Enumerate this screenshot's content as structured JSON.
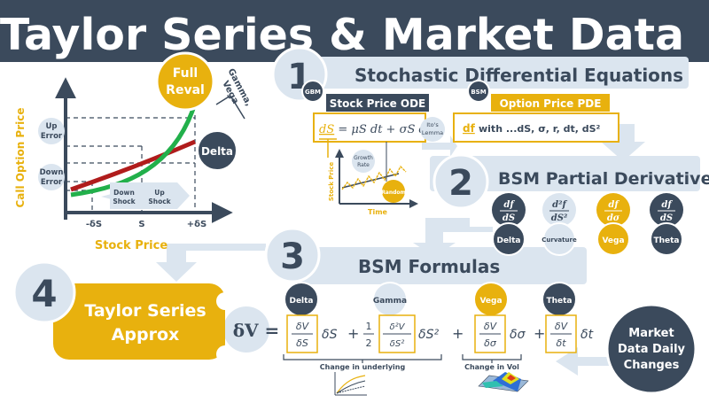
{
  "title": "Taylor Series & Market Data",
  "colors": {
    "navy": "#3b4a5c",
    "gold": "#e8b10e",
    "lightblue": "#dbe5ef",
    "red": "#b01c1c",
    "green": "#22b04b"
  },
  "chart": {
    "y_label": "Call Option Price",
    "x_label": "Stock Price",
    "up_error": [
      "Up",
      "Error"
    ],
    "down_error": [
      "Down",
      "Error"
    ],
    "down_shock": [
      "Down",
      "Shock"
    ],
    "up_shock": [
      "Up",
      "Shock"
    ],
    "tick_minus": "-δS",
    "tick_s": "S",
    "tick_plus": "+δS",
    "full_reval": [
      "Full",
      "Reval"
    ],
    "gamma_vega": [
      "Gamma,",
      "Vega"
    ],
    "delta": "Delta"
  },
  "step1": {
    "number": "1",
    "title": "Stochastic Differential Equations",
    "gbm": "GBM",
    "bsm": "BSM",
    "ode_label": "Stock Price ODE",
    "pde_label": "Option Price PDE",
    "itos": [
      "Ito's",
      "Lemma"
    ],
    "growth": [
      "Growth",
      "Rate"
    ],
    "random": "Random",
    "stock_price_axis": "Stock Price",
    "time_axis": "Time",
    "pde_with": "with ...dS, σ, r, dt, dS²"
  },
  "step2": {
    "number": "2",
    "title": "BSM Partial Derivatives",
    "items": [
      {
        "label": "Delta",
        "num": "df",
        "den": "dS"
      },
      {
        "label": "Curvature",
        "num": "d²f",
        "den": "dS²"
      },
      {
        "label": "Vega",
        "num": "df",
        "den": "dσ"
      },
      {
        "label": "Theta",
        "num": "df",
        "den": "dS"
      }
    ]
  },
  "step3": {
    "number": "3",
    "title": "BSM Formulas",
    "delta_v": "δV =",
    "labels": {
      "delta": "Delta",
      "gamma": "Gamma",
      "vega": "Vega",
      "theta": "Theta"
    },
    "change_underlying": "Change in underlying",
    "change_vol": "Change in Vol"
  },
  "step4": {
    "number": "4",
    "box": [
      "Taylor Series",
      "Approx"
    ]
  },
  "market": [
    "Market",
    "Data Daily",
    "Changes"
  ]
}
